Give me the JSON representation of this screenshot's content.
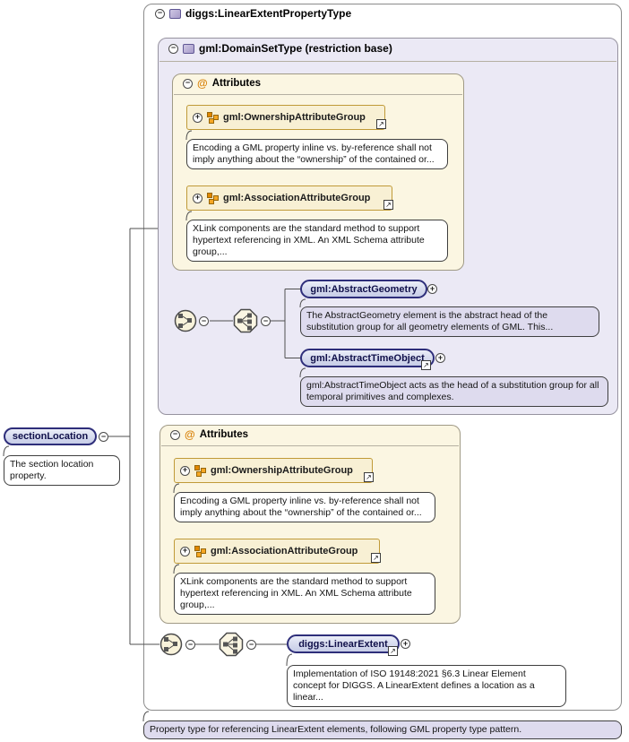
{
  "root": {
    "title": "diggs:LinearExtentPropertyType",
    "footer_annotation": "Property type for referencing LinearExtent elements, following GML property type pattern."
  },
  "section_location": {
    "label": "sectionLocation",
    "annotation": "The section location property."
  },
  "domain_set": {
    "title": "gml:DomainSetType (restriction base)",
    "attributes": {
      "header": "Attributes",
      "ownership": {
        "label": "gml:OwnershipAttributeGroup",
        "annotation": "Encoding a GML property inline vs. by-reference shall not imply anything about the “ownership” of the contained or..."
      },
      "association": {
        "label": "gml:AssociationAttributeGroup",
        "annotation": "XLink components are the standard method to support hypertext referencing in XML. An XML Schema attribute group,..."
      }
    },
    "geometry": {
      "label": "gml:AbstractGeometry",
      "annotation": "The AbstractGeometry element is the abstract head of the substitution group for all geometry elements of GML. This..."
    },
    "time": {
      "label": "gml:AbstractTimeObject",
      "annotation": "gml:AbstractTimeObject acts as the head of a substitution group for all temporal primitives and complexes."
    }
  },
  "property_attributes": {
    "header": "Attributes",
    "ownership": {
      "label": "gml:OwnershipAttributeGroup",
      "annotation": "Encoding a GML property inline vs. by-reference shall not imply anything about the “ownership” of the contained or..."
    },
    "association": {
      "label": "gml:AssociationAttributeGroup",
      "annotation": "XLink components are the standard method to support hypertext referencing in XML. An XML Schema attribute group,..."
    }
  },
  "linear_extent": {
    "label": "diggs:LinearExtent",
    "annotation": "Implementation of ISO 19148:2021 §6.3 Linear Element concept for DIGGS. A LinearExtent defines a location as a linear..."
  }
}
